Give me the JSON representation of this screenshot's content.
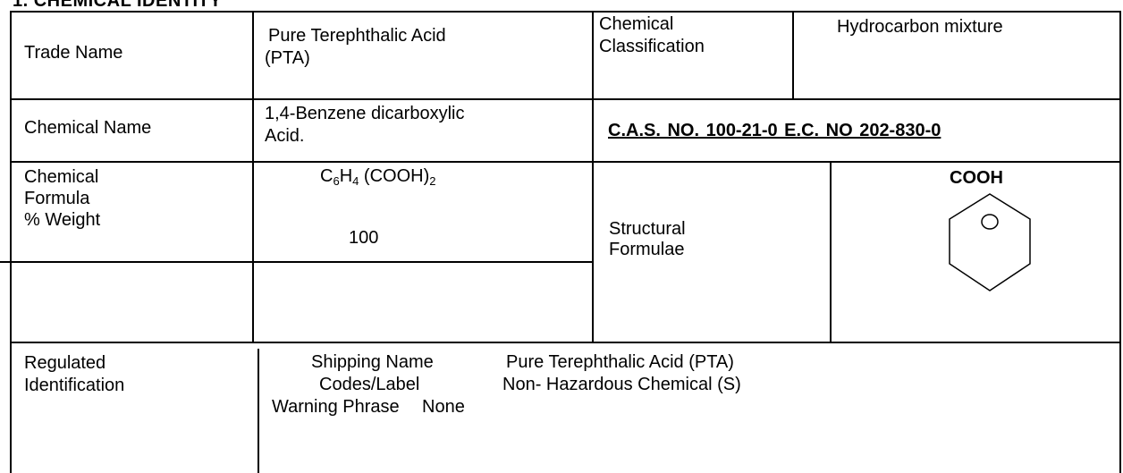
{
  "section_title": "1.  CHEMICAL IDENTITY",
  "trade_name": {
    "label": "Trade Name",
    "value_line1": "Pure Terephthalic Acid",
    "value_line2": "(PTA)"
  },
  "classification": {
    "label_line1": "Chemical",
    "label_line2": "Classification",
    "value": "Hydrocarbon mixture"
  },
  "chemical_name": {
    "label": "Chemical Name",
    "value_line1": "1,4-Benzene dicarboxylic",
    "value_line2": "Acid."
  },
  "registry": "C.A.S. NO. 100-21-0   E.C. NO   202-830-0",
  "formula": {
    "label_line1": "Chemical",
    "label_line2": "Formula",
    "c": "C",
    "c_sub": "6",
    "h": "H",
    "h_sub": "4",
    "group": " (COOH)",
    "group_sub": "2"
  },
  "weight": {
    "label": "% Weight",
    "value": "100"
  },
  "structural": {
    "label_line1": "Structural",
    "label_line2": "Formulae",
    "group_label": "COOH"
  },
  "regulated": {
    "label_line1": "Regulated",
    "label_line2": "Identification",
    "shipping_label": "Shipping Name",
    "shipping_value": "Pure Terephthalic Acid (PTA)",
    "codes_label": "Codes/Label",
    "codes_value": "Non- Hazardous Chemical (S)",
    "warning_label": "Warning Phrase",
    "warning_value": "None"
  }
}
